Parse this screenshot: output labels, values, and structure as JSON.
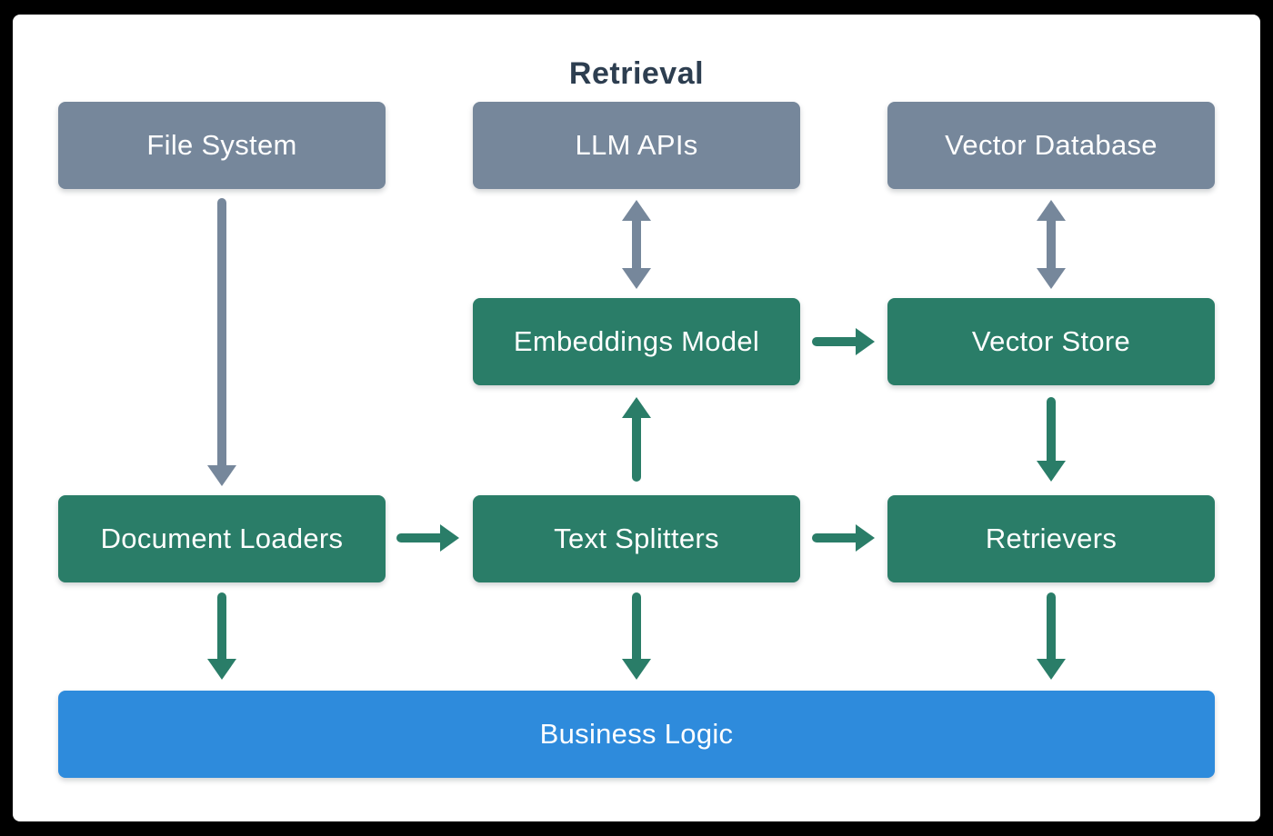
{
  "title": "Retrieval",
  "colors": {
    "frame_bg": "#000000",
    "canvas_bg": "#FFFFFF",
    "title_text": "#2D3E50",
    "box_text": "#FFFFFF",
    "gray_box": "#76879B",
    "green_box": "#2A7D68",
    "blue_box": "#2E8BDC",
    "gray_arrow": "#76879B",
    "green_arrow": "#2A7D68"
  },
  "nodes": {
    "file_system": {
      "label": "File System",
      "color": "gray"
    },
    "llm_apis": {
      "label": "LLM APIs",
      "color": "gray"
    },
    "vector_database": {
      "label": "Vector Database",
      "color": "gray"
    },
    "embeddings_model": {
      "label": "Embeddings Model",
      "color": "green"
    },
    "vector_store": {
      "label": "Vector Store",
      "color": "green"
    },
    "document_loaders": {
      "label": "Document Loaders",
      "color": "green"
    },
    "text_splitters": {
      "label": "Text Splitters",
      "color": "green"
    },
    "retrievers": {
      "label": "Retrievers",
      "color": "green"
    },
    "business_logic": {
      "label": "Business Logic",
      "color": "blue"
    }
  },
  "edges": [
    {
      "from": "file_system",
      "to": "document_loaders",
      "color": "gray",
      "bidirectional": false
    },
    {
      "from": "llm_apis",
      "to": "embeddings_model",
      "color": "gray",
      "bidirectional": true
    },
    {
      "from": "vector_database",
      "to": "vector_store",
      "color": "gray",
      "bidirectional": true
    },
    {
      "from": "embeddings_model",
      "to": "vector_store",
      "color": "green",
      "bidirectional": false
    },
    {
      "from": "text_splitters",
      "to": "embeddings_model",
      "color": "green",
      "bidirectional": false
    },
    {
      "from": "vector_store",
      "to": "retrievers",
      "color": "green",
      "bidirectional": false
    },
    {
      "from": "document_loaders",
      "to": "text_splitters",
      "color": "green",
      "bidirectional": false
    },
    {
      "from": "text_splitters",
      "to": "retrievers",
      "color": "green",
      "bidirectional": false
    },
    {
      "from": "document_loaders",
      "to": "business_logic",
      "color": "green",
      "bidirectional": false
    },
    {
      "from": "text_splitters",
      "to": "business_logic",
      "color": "green",
      "bidirectional": false
    },
    {
      "from": "retrievers",
      "to": "business_logic",
      "color": "green",
      "bidirectional": false
    }
  ]
}
